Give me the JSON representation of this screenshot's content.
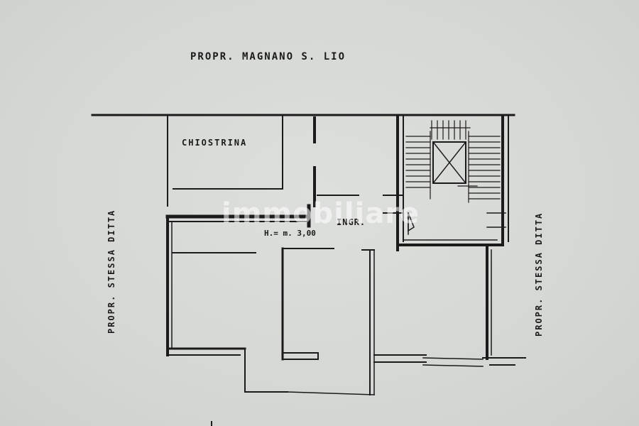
{
  "labels": {
    "top": "PROPR. MAGNANO S. LIO",
    "left": "PROPR. STESSA DITTA",
    "right": "PROPR. STESSA DITTA",
    "courtyard": "CHIOSTRINA",
    "entrance": "INGR.",
    "height": "H.= m. 3,00"
  },
  "watermark": "immobiliare",
  "colors": {
    "ink": "#1b1b1b",
    "paper": "#d6d8d5"
  }
}
